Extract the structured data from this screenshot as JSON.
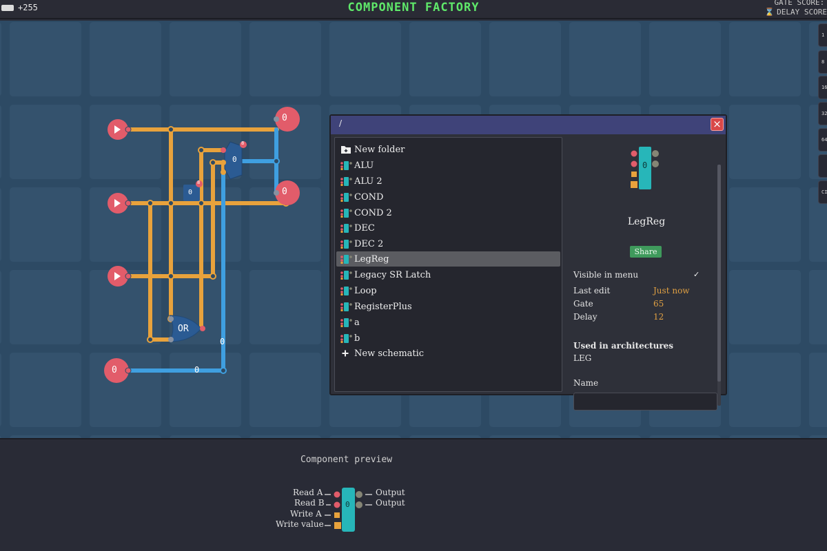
{
  "topbar": {
    "coins": "+255",
    "title": "COMPONENT FACTORY",
    "gate_score_label": "GATE SCORE:",
    "delay_score_label": "DELAY SCORE"
  },
  "side_buttons": [
    "1",
    "8",
    "16",
    "32",
    "64",
    "",
    "CI"
  ],
  "canvas": {
    "wire_values": [
      "0",
      "0",
      "0",
      "0",
      "0",
      "0"
    ],
    "gate_label": "OR",
    "gate_values": [
      "0",
      "0"
    ],
    "small_badges": [
      "8",
      "8"
    ]
  },
  "dialog": {
    "path": "/",
    "close_icon": "×",
    "items": [
      {
        "label": "New folder",
        "icon": "folder-plus-icon"
      },
      {
        "label": "ALU",
        "icon": "schematic-icon"
      },
      {
        "label": "ALU 2",
        "icon": "schematic-icon"
      },
      {
        "label": "COND",
        "icon": "schematic-icon"
      },
      {
        "label": "COND 2",
        "icon": "schematic-icon"
      },
      {
        "label": "DEC",
        "icon": "schematic-icon"
      },
      {
        "label": "DEC 2",
        "icon": "schematic-icon"
      },
      {
        "label": "LegReg",
        "icon": "schematic-icon",
        "selected": true
      },
      {
        "label": "Legacy SR Latch",
        "icon": "schematic-icon"
      },
      {
        "label": "Loop",
        "icon": "schematic-icon"
      },
      {
        "label": "RegisterPlus",
        "icon": "schematic-icon"
      },
      {
        "label": "a",
        "icon": "schematic-icon"
      },
      {
        "label": "b",
        "icon": "schematic-icon"
      },
      {
        "label": "New schematic",
        "icon": "plus-icon"
      }
    ],
    "details": {
      "component_name": "LegReg",
      "component_value": "0",
      "share_label": "Share",
      "visible_label": "Visible in menu",
      "visible_checked": "✓",
      "last_edit_label": "Last edit",
      "last_edit_value": "Just now",
      "gate_label": "Gate",
      "gate_value": "65",
      "delay_label": "Delay",
      "delay_value": "12",
      "used_title": "Used in architectures",
      "used_value": "LEG",
      "name_label": "Name",
      "name_value": ""
    }
  },
  "preview": {
    "title": "Component preview",
    "value": "0",
    "inputs": [
      "Read A",
      "Read B",
      "Write A",
      "Write value"
    ],
    "outputs": [
      "Output",
      "Output"
    ]
  },
  "colors": {
    "orange_wire": "#e8a23c",
    "blue_wire": "#3f9fe0",
    "pin_red": "#e25c6a",
    "grid_bg": "#2d4a64",
    "title_green": "#5fe86a"
  }
}
